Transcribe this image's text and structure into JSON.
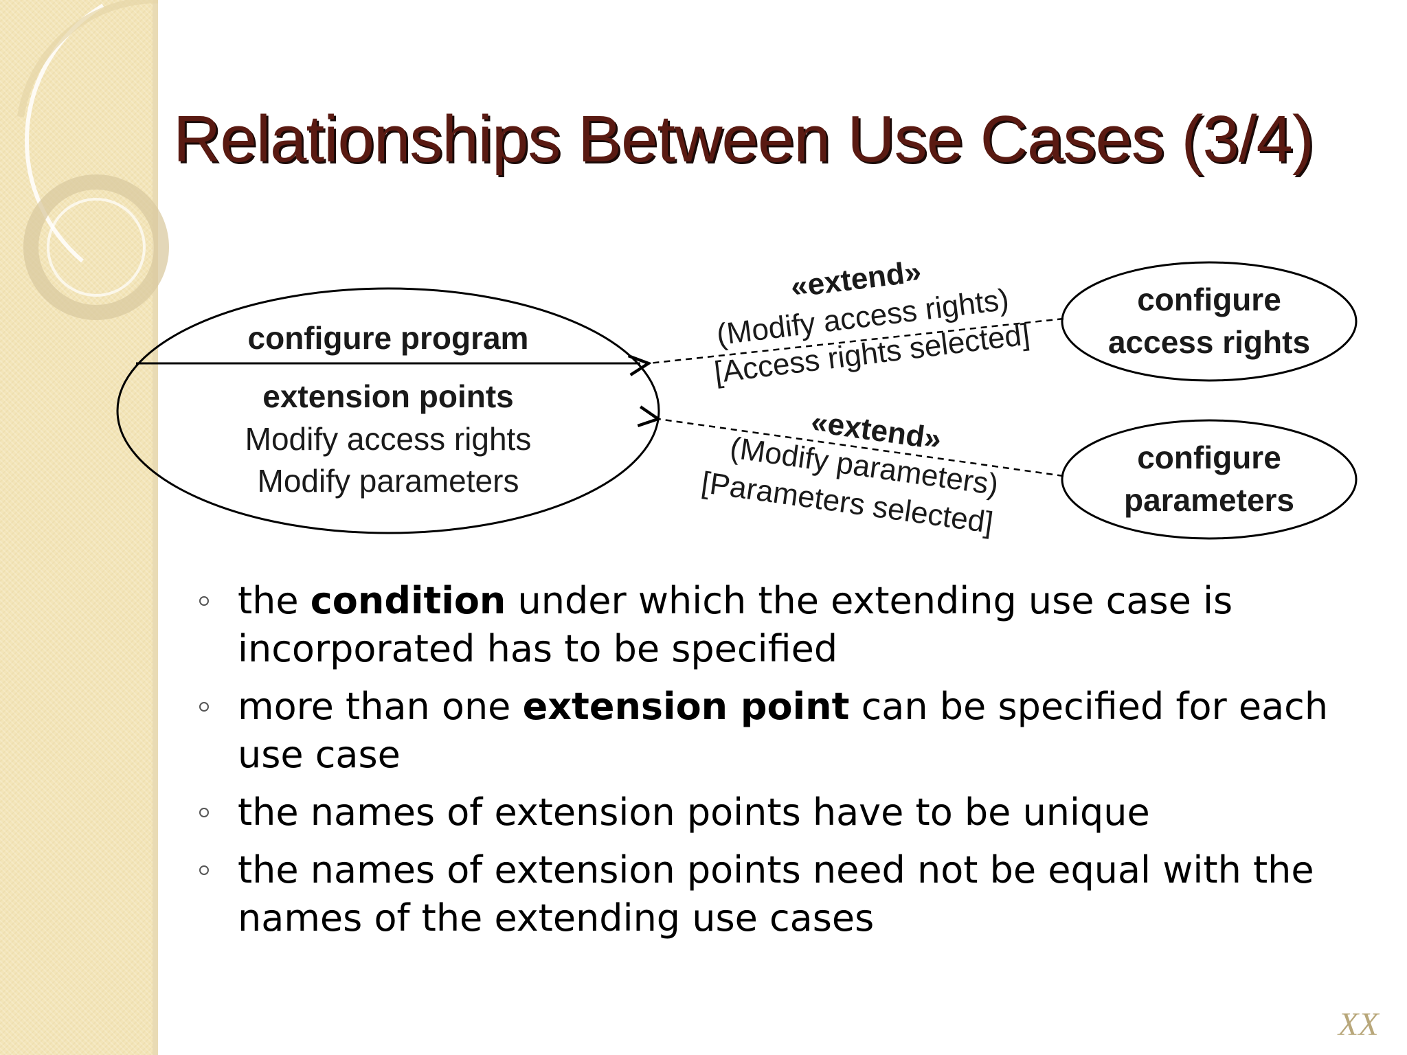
{
  "slide": {
    "title": "Relationships Between Use Cases (3/4)",
    "page_number": "XX"
  },
  "diagram": {
    "base_use_case": {
      "name": "configure program",
      "compartment_title": "extension points",
      "extension_points": [
        "Modify access rights",
        "Modify parameters"
      ]
    },
    "extending_use_cases": [
      {
        "line1": "configure",
        "line2": "access rights",
        "stereotype": "«extend»",
        "extension_point": "(Modify access rights)",
        "condition": "[Access rights selected]"
      },
      {
        "line1": "configure",
        "line2": "parameters",
        "stereotype": "«extend»",
        "extension_point": "(Modify parameters)",
        "condition": "[Parameters selected]"
      }
    ]
  },
  "bullets": [
    {
      "pre": "the ",
      "bold": "condition",
      "post": " under which the extending use case is incorporated has to be specified"
    },
    {
      "pre": "more than one ",
      "bold": "extension point",
      "post": " can be specified for each use case"
    },
    {
      "pre": "the names of extension points have to be unique",
      "bold": "",
      "post": ""
    },
    {
      "pre": "the names of extension points need not be equal with the names of the extending use cases",
      "bold": "",
      "post": ""
    }
  ]
}
